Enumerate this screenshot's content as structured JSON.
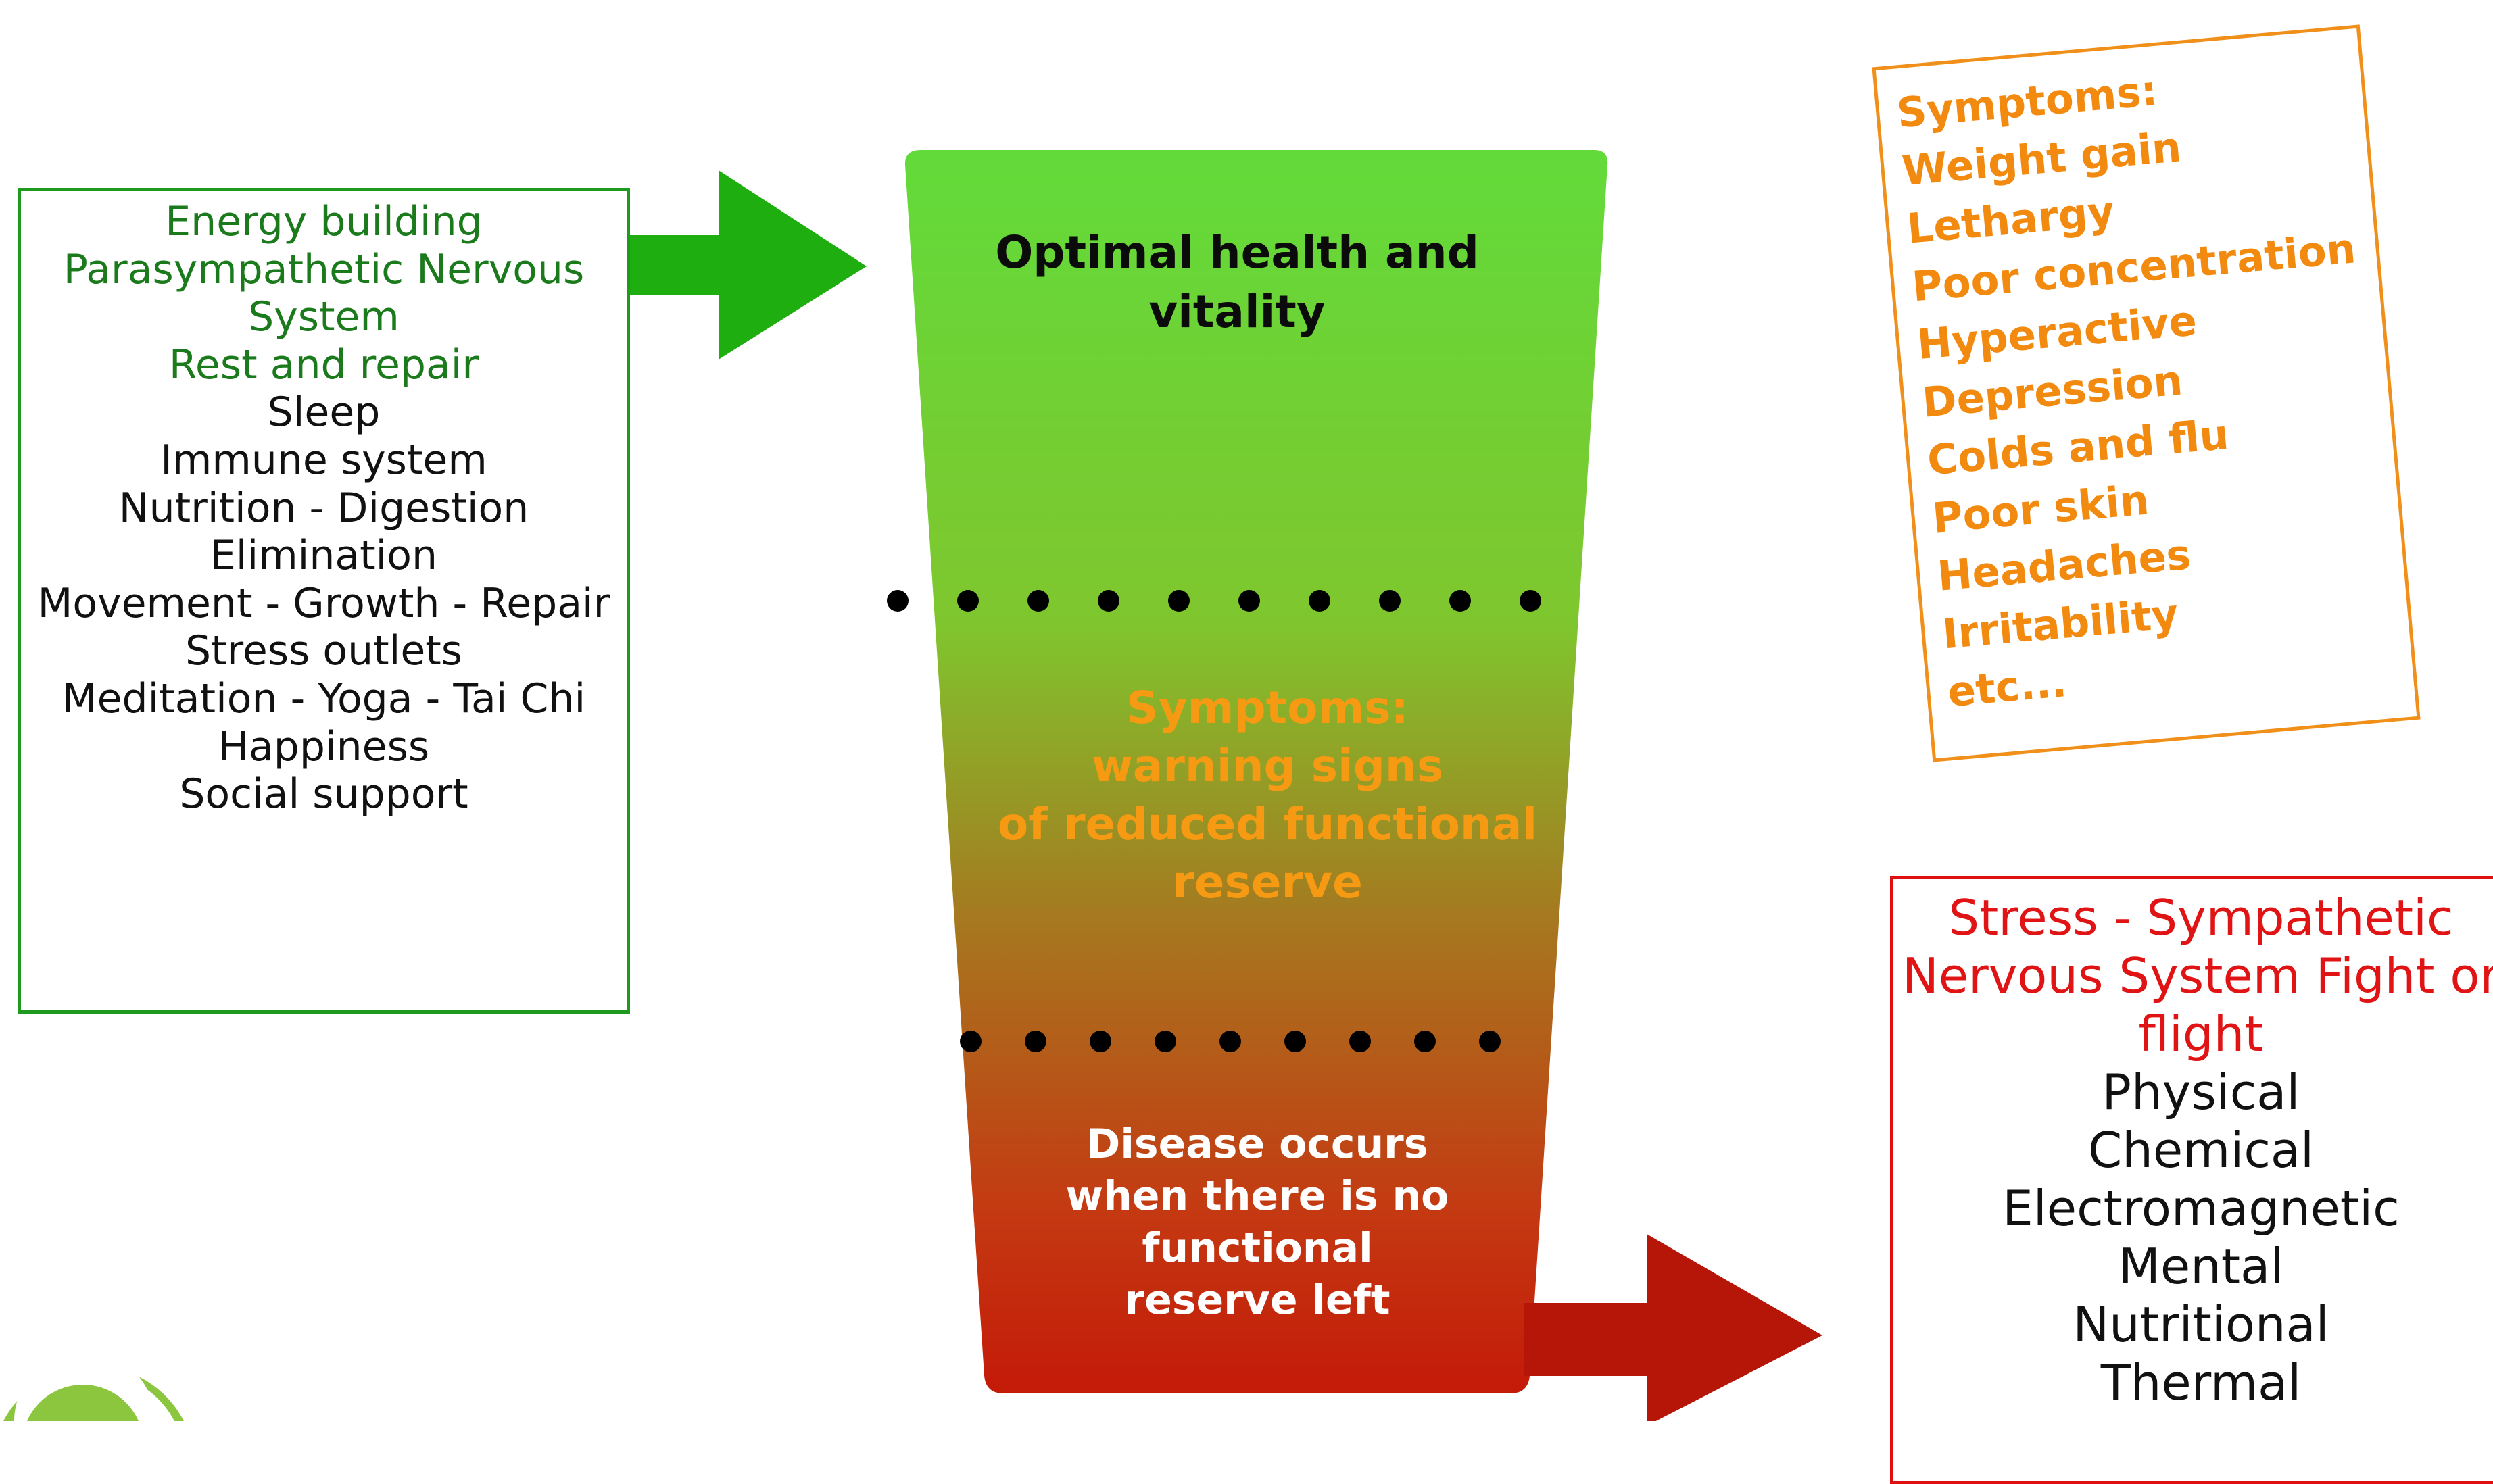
{
  "left_panel": {
    "green_lines": [
      "Energy building",
      "Parasympathetic Nervous",
      "System",
      "Rest and repair"
    ],
    "black_lines": [
      "Sleep",
      "Immune system",
      "Nutrition - Digestion",
      "Elimination",
      "Movement - Growth - Repair",
      "Stress outlets",
      "Meditation - Yoga - Tai Chi",
      "Happiness",
      "Social support"
    ]
  },
  "cup": {
    "top_text": [
      "Optimal health and",
      "vitality"
    ],
    "middle_text": [
      "Symptoms:",
      "warning signs",
      "of reduced functional",
      "reserve"
    ],
    "bottom_text": [
      "Disease occurs",
      "when there is no",
      "functional",
      "reserve left"
    ],
    "gradient_colors": [
      "#62db3a",
      "#7fc62e",
      "#a6781f",
      "#c43a12",
      "#c41a08"
    ]
  },
  "symptoms_card": {
    "lines": [
      "Symptoms:",
      "Weight gain",
      "Lethargy",
      "Poor concentration",
      "Hyperactive",
      "Depression",
      "Colds and flu",
      "Poor skin",
      "Headaches",
      "Irritability",
      "etc..."
    ]
  },
  "right_panel": {
    "red_lines": [
      "Stress - Sympathetic",
      "Nervous System Fight or",
      "flight"
    ],
    "black_lines": [
      "Physical",
      "Chemical",
      "Electromagnetic",
      "Mental",
      "Nutritional",
      "Thermal"
    ]
  },
  "colors": {
    "green_arrow": "#1fae0f",
    "red_arrow": "#b51608",
    "green_text": "#1b7a1b",
    "orange": "#f28a10",
    "red_text": "#e01414"
  },
  "icons": {
    "green_arrow": "arrow-right-green",
    "red_arrow": "arrow-right-red",
    "logo": "green-swirl-logo"
  }
}
